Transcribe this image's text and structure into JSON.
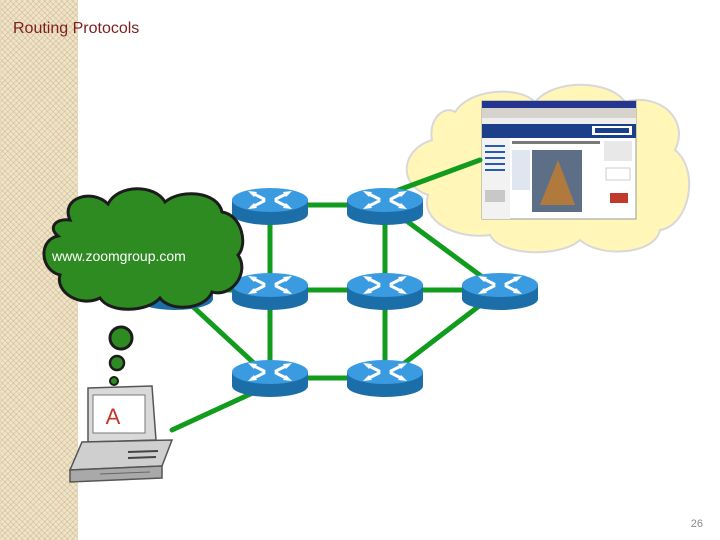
{
  "title": "Routing Protocols",
  "page_number": "26",
  "destination_url": "www.zoomgroup.com",
  "computer_label": "A",
  "colors": {
    "title": "#7b1f1f",
    "link": "#119c1e",
    "router": "#2b8fd1",
    "thought_cloud": "#2e8b22",
    "internet_cloud": "#fff6b8",
    "computer_label": "#c0392b"
  },
  "icons": {
    "router": "router-icon",
    "computer": "desktop-computer-icon",
    "web_page": "web-page-thumbnail-icon"
  }
}
